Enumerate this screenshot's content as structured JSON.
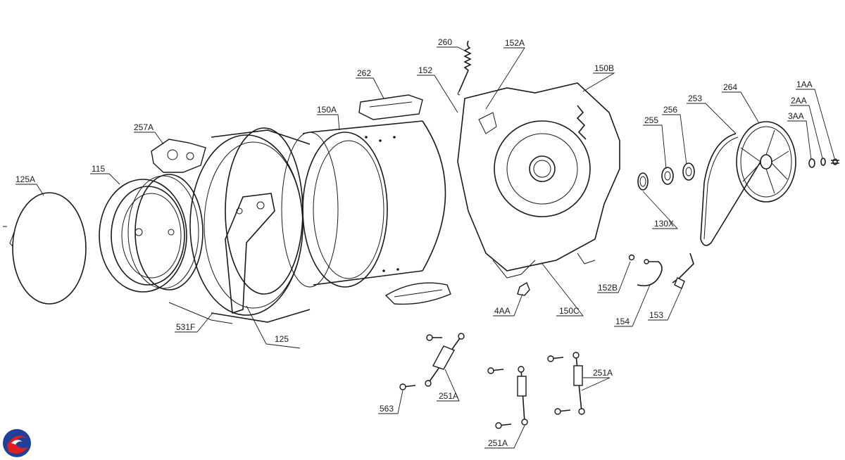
{
  "diagram": {
    "callouts": [
      "125A",
      "115",
      "257A",
      "531F",
      "125",
      "150A",
      "262",
      "152",
      "260",
      "152A",
      "150B",
      "4AA",
      "150C",
      "255",
      "256",
      "253",
      "264",
      "1AA",
      "2AA",
      "3AA",
      "130X",
      "152B",
      "154",
      "153",
      "563",
      "251A",
      "251A",
      "251A"
    ],
    "colors": {
      "line": "#1a1a1a",
      "background": "#ffffff",
      "logo_blue": "#1f3f99",
      "logo_red": "#e02020"
    },
    "logo": {
      "icon": "brand-swirl-logo-icon"
    }
  }
}
